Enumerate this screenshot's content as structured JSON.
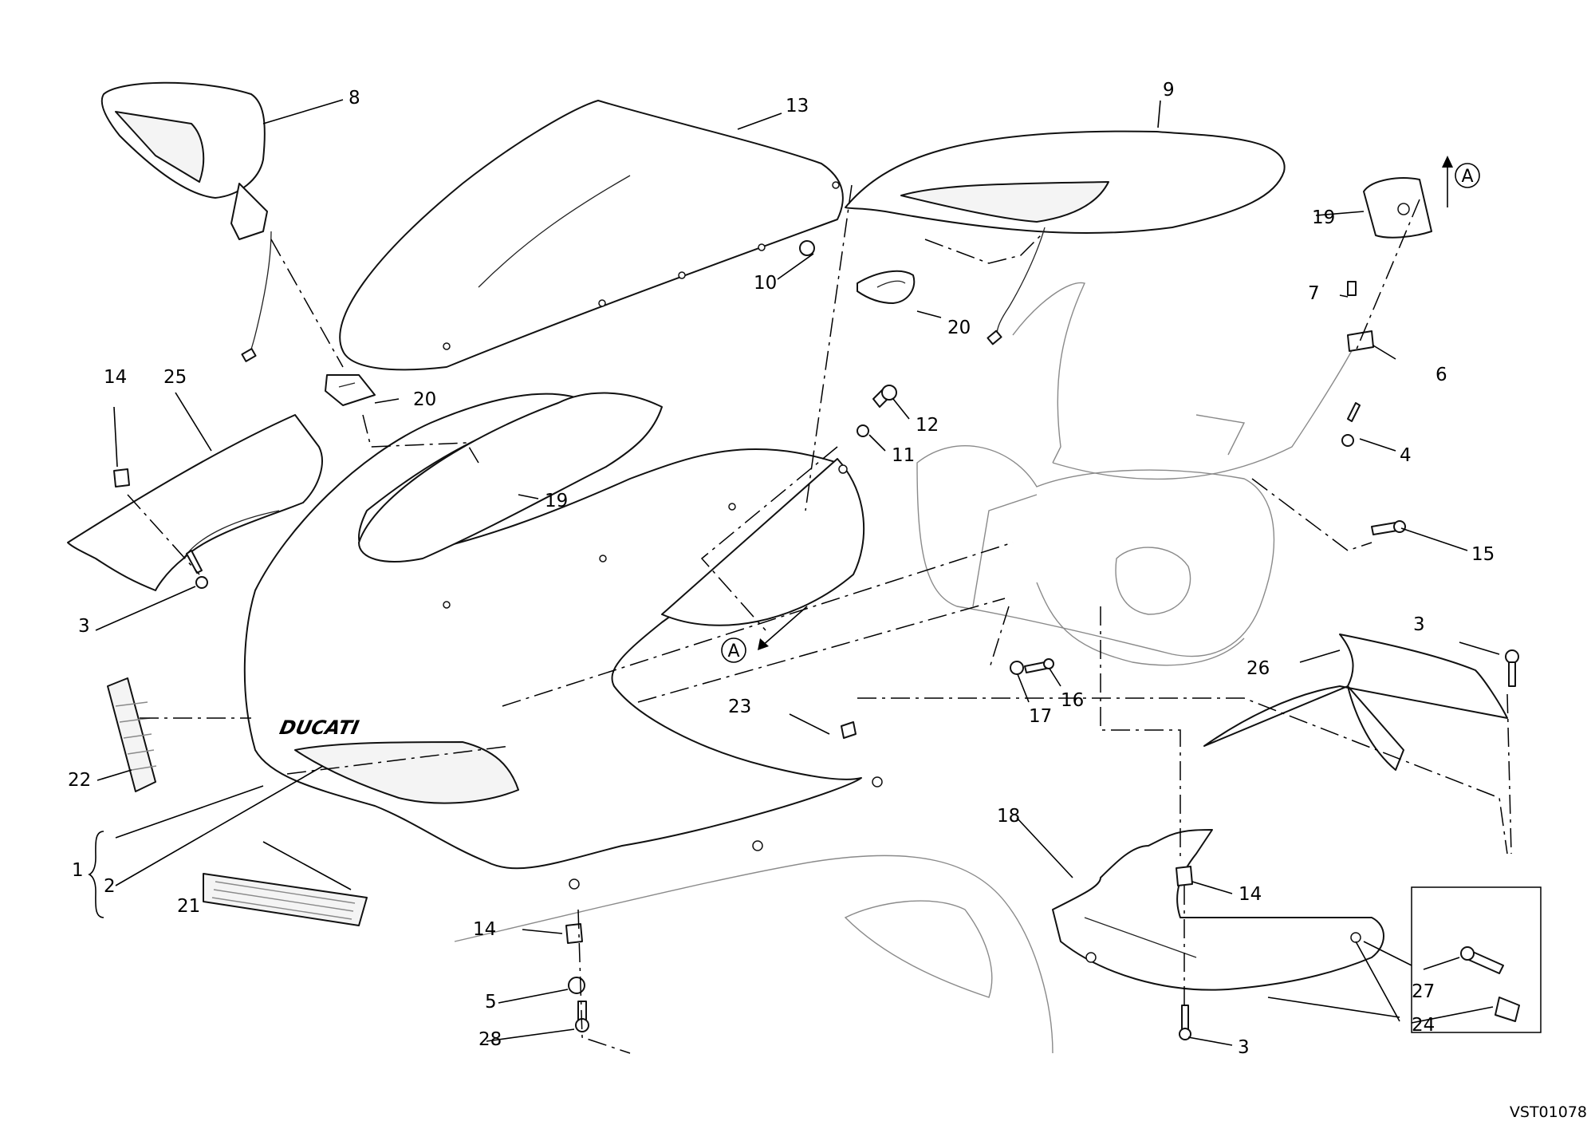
{
  "diagram": {
    "reference_code": "VST01078",
    "brand_decal": "DUCATI",
    "view_marker": "A",
    "callouts": [
      {
        "id": "1",
        "text": "1"
      },
      {
        "id": "2",
        "text": "2"
      },
      {
        "id": "3",
        "text": "3"
      },
      {
        "id": "4",
        "text": "4"
      },
      {
        "id": "5",
        "text": "5"
      },
      {
        "id": "6",
        "text": "6"
      },
      {
        "id": "7",
        "text": "7"
      },
      {
        "id": "8",
        "text": "8"
      },
      {
        "id": "9",
        "text": "9"
      },
      {
        "id": "10",
        "text": "10"
      },
      {
        "id": "11",
        "text": "11"
      },
      {
        "id": "12",
        "text": "12"
      },
      {
        "id": "13",
        "text": "13"
      },
      {
        "id": "14",
        "text": "14"
      },
      {
        "id": "15",
        "text": "15"
      },
      {
        "id": "16",
        "text": "16"
      },
      {
        "id": "17",
        "text": "17"
      },
      {
        "id": "18",
        "text": "18"
      },
      {
        "id": "19",
        "text": "19"
      },
      {
        "id": "20",
        "text": "20"
      },
      {
        "id": "21",
        "text": "21"
      },
      {
        "id": "22",
        "text": "22"
      },
      {
        "id": "23",
        "text": "23"
      },
      {
        "id": "24",
        "text": "24"
      },
      {
        "id": "25",
        "text": "25"
      },
      {
        "id": "26",
        "text": "26"
      },
      {
        "id": "27",
        "text": "27"
      },
      {
        "id": "28",
        "text": "28"
      }
    ]
  }
}
